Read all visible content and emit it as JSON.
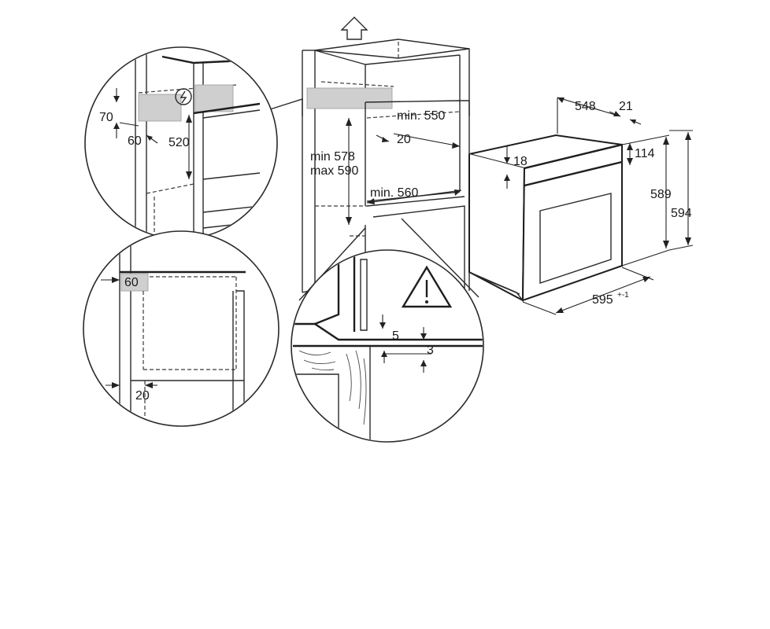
{
  "diagram": {
    "labels": {
      "upper_circle": {
        "gap_vertical": "70",
        "gap_horizontal": "60",
        "height": "520"
      },
      "middle_circle": {
        "top_depth": "60",
        "bottom_offset": "20"
      },
      "lower_circle": {
        "gap_a": "5",
        "gap_b": "3"
      },
      "cabinet": {
        "depth": "min. 550",
        "side_offset": "20",
        "height_min": "min 578",
        "height_max": "max 590",
        "width": "min. 560"
      },
      "appliance": {
        "depth": "548",
        "front_thickness": "21",
        "front_height_top": "114",
        "panel_offset": "18",
        "body_height": "589",
        "total_height": "594",
        "width": "595",
        "width_tolerance": "+-1"
      }
    },
    "icons": [
      "up-arrow-icon",
      "electric-symbol-icon",
      "warning-triangle-icon"
    ]
  }
}
